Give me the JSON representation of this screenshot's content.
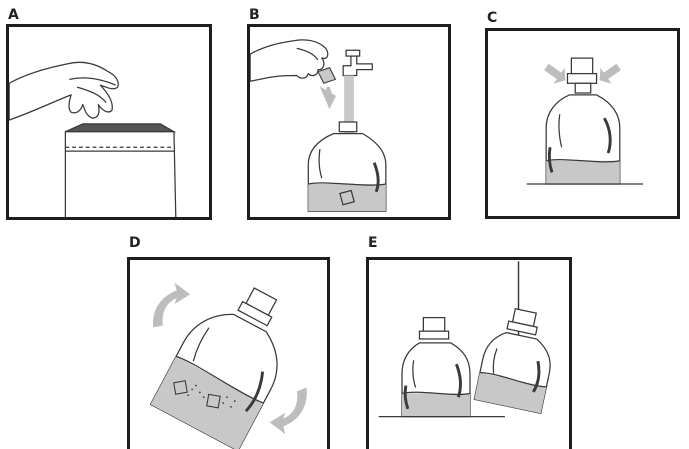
{
  "panels": [
    {
      "label": "A",
      "icon": "hand-dropping-packet-into-pouch-icon"
    },
    {
      "label": "B",
      "icon": "hand-dropping-tablet-into-jug-under-tap-icon"
    },
    {
      "label": "C",
      "icon": "capping-jug-icon"
    },
    {
      "label": "D",
      "icon": "tilting-jug-to-mix-icon"
    },
    {
      "label": "E",
      "icon": "standing-and-hanging-jugs-icon"
    }
  ],
  "colors": {
    "frame": "#1e1e1e",
    "line": "#3a3a3a",
    "water": "#c8c8c8",
    "arrow": "#bdbdbd",
    "pouch_top": "#555555"
  }
}
